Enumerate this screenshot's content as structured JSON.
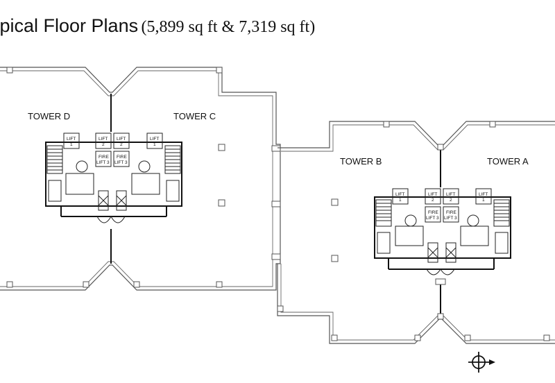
{
  "title": {
    "main": "ypical Floor Plans",
    "sub": "(5,899 sq ft & 7,319 sq ft)"
  },
  "towers": {
    "d": "TOWER D",
    "c": "TOWER C",
    "b": "TOWER B",
    "a": "TOWER A"
  },
  "core": {
    "lift_label": "LIFT",
    "lift_1": "1",
    "lift_2": "2",
    "fire_label": "FIRE",
    "fire_lift": "LIFT 3"
  },
  "icons": {
    "north_arrow": "north-arrow-icon"
  },
  "colors": {
    "wall": "#555555",
    "core": "#111111",
    "background": "#ffffff"
  }
}
